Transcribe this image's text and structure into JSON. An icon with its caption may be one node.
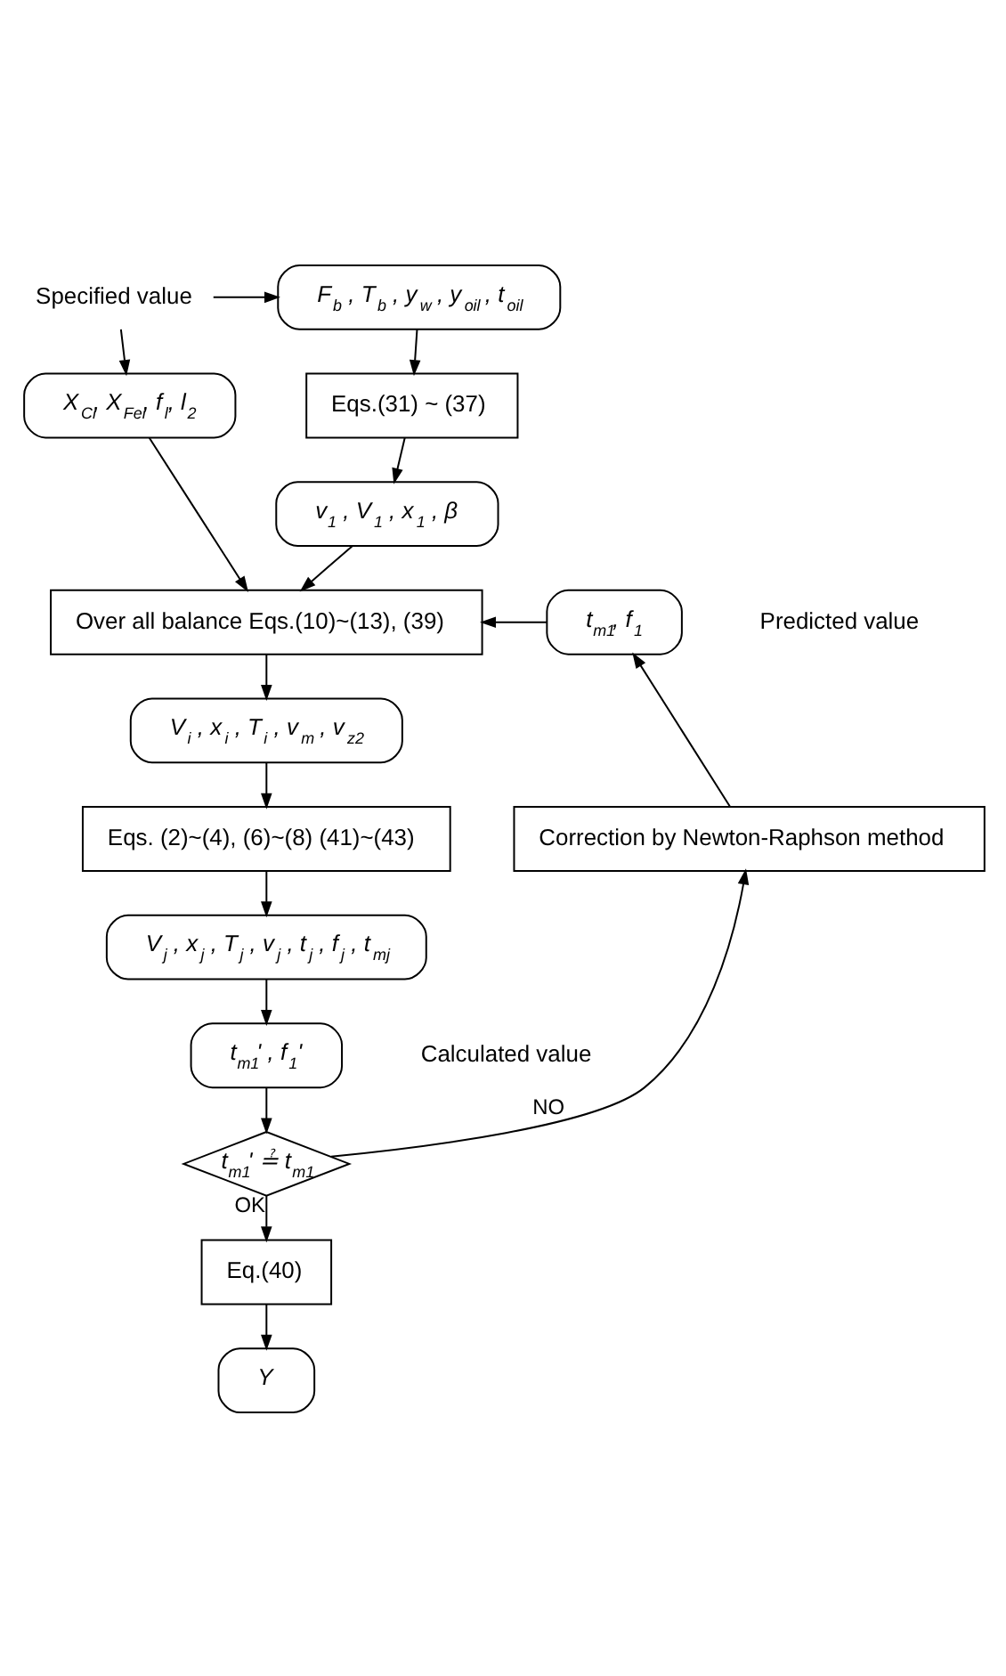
{
  "diagram": {
    "nodes": [
      {
        "text": [
          "F$_{b}$ , T$_{b}$ , y$_{w}$ , y$_{oil}$ , t$_{oil}$"
        ]
      },
      {
        "text": [
          "Specified value"
        ]
      },
      {
        "text": [
          "Eqs.(31) ~ (37)"
        ]
      },
      {
        "text": [
          "X$_{Ci}$, X$_{Fei}$, f$_{l}$, l$_{2}$"
        ]
      },
      {
        "text": [
          "v$_{1}$ , V$_{1}$ , x$_{1}$ , β"
        ]
      },
      {
        "text": [
          "Over all balance Eqs.(10)~(13), (39)"
        ]
      },
      {
        "text": [
          "t$_{m1}$, f$_{1}$"
        ],
        "beside": [
          "Predicted value"
        ]
      },
      {
        "text": [
          "V$_{i}$ , x$_{i}$ , T$_{i}$ , v$_{m}$ , v$_{z2}$"
        ]
      },
      {
        "text": [
          "Correction by Newton-Raphson method"
        ]
      },
      {
        "text": [
          "Eqs. (2)~(4), (6)~(8) (41)~(43)"
        ]
      },
      {
        "text": [
          "V$_{j}$ , x$_{j}$ , T$_{j}$ , v$_{j}$ , t$_{j}$ , f$_{j}$ , t$_{mj}$"
        ]
      },
      {
        "text": [
          "t$_{m1}$' , f$_{1}$'"
        ],
        "beside": [
          "Calculated value"
        ]
      },
      {
        "text": [
          "t$_{m1}$' ≟ t$_{m1}$"
        ]
      },
      {
        "text": [
          "Eq.(40)"
        ]
      },
      {
        "text": [
          "Y"
        ]
      }
    ],
    "edges": [
      {
        "from": 1,
        "to": 0,
        "arrow": "to"
      },
      {
        "from": 1,
        "to": 3,
        "arrow": "to"
      },
      {
        "from": 0,
        "to": 2,
        "arrow": "to"
      },
      {
        "from": 2,
        "to": 4,
        "arrow": "to"
      },
      {
        "from": 3,
        "to": 5,
        "arrow": "to"
      },
      {
        "from": 4,
        "to": 5,
        "arrow": "to"
      },
      {
        "from": 6,
        "to": 5,
        "arrow": "to"
      },
      {
        "from": 5,
        "to": 7,
        "arrow": "to"
      },
      {
        "from": 8,
        "to": 6,
        "arrow": "to"
      },
      {
        "from": 7,
        "to": 9,
        "arrow": "to"
      },
      {
        "from": 9,
        "to": 10,
        "arrow": "to"
      },
      {
        "from": 10,
        "to": 11,
        "arrow": "to"
      },
      {
        "from": 11,
        "to": 12,
        "arrow": "to"
      },
      {
        "from": 12,
        "to": 8,
        "label": "NO",
        "arrow": "to"
      },
      {
        "from": 12,
        "to": 13,
        "label": "OK",
        "arrow": "to"
      },
      {
        "from": 13,
        "to": 14,
        "arrow": "to"
      }
    ]
  }
}
